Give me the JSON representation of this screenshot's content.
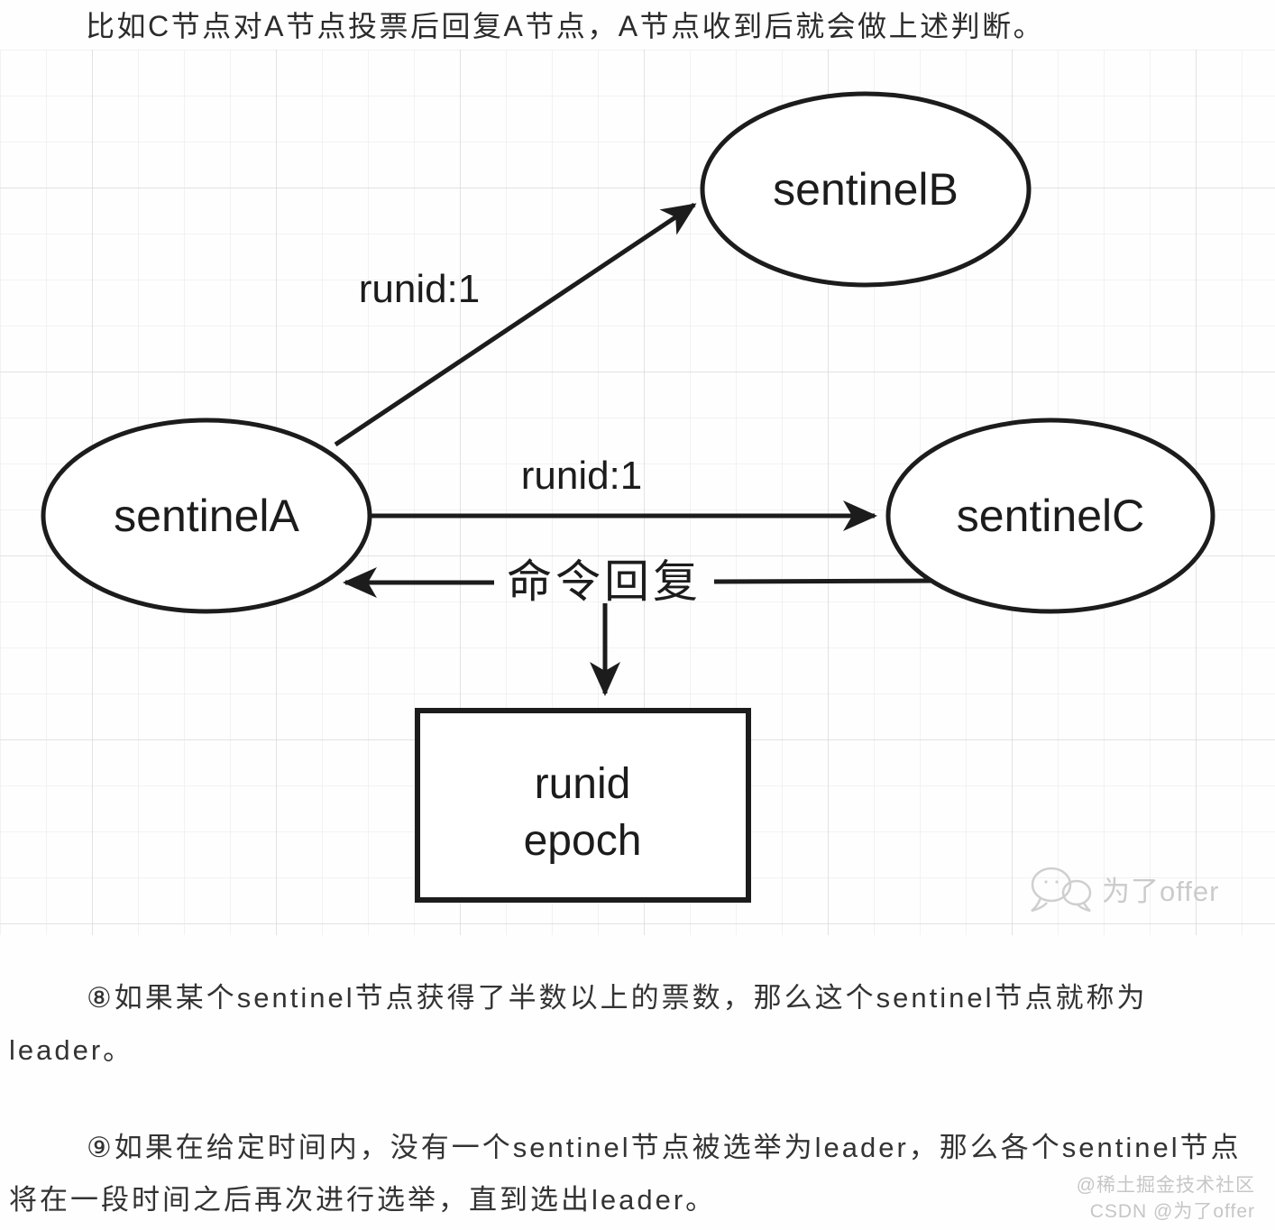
{
  "intro_text": "比如C节点对A节点投票后回复A节点，A节点收到后就会做上述判断。",
  "diagram": {
    "node_a": "sentinelA",
    "node_b": "sentinelB",
    "node_c": "sentinelC",
    "label_a_to_b": "runid:1",
    "label_a_to_c": "runid:1",
    "label_reply": "命令回复",
    "box_line1": "runid",
    "box_line2": "epoch",
    "watermark": "为了offer"
  },
  "paragraph_8": "⑧如果某个sentinel节点获得了半数以上的票数，那么这个sentinel节点就称为leader。",
  "paragraph_9": "⑨如果在给定时间内，没有一个sentinel节点被选举为leader，那么各个sentinel节点将在一段时间之后再次进行选举，直到选出leader。",
  "footer": {
    "juejin": "@稀土掘金技术社区",
    "csdn": "CSDN @为了offer"
  },
  "colors": {
    "ink": "#1c1c1c",
    "body_text": "#333333",
    "grid_minor": "#ededed",
    "grid_major": "#dcdcdc",
    "watermark": "#cbcbcb",
    "background": "#fefefe"
  }
}
